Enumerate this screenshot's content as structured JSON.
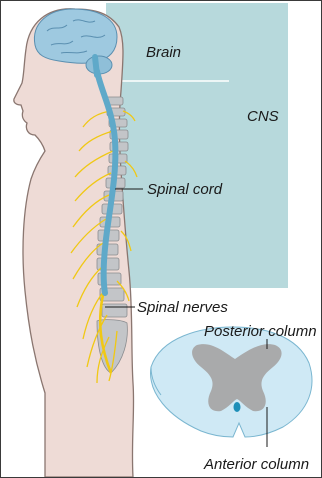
{
  "labels": {
    "brain": "Brain",
    "cns": "CNS",
    "spinal_cord": "Spinal cord",
    "spinal_nerves": "Spinal nerves",
    "posterior_column": "Posterior column",
    "anterior_column": "Anterior column"
  },
  "colors": {
    "cns_panel": "#b7d9dc",
    "body_skin": "#eedbd6",
    "body_outline": "#8a7670",
    "brain": "#9ec9e0",
    "spinal_cord": "#5fa9c9",
    "vertebrae": "#c3c5c8",
    "nerves": "#f0c814",
    "cord_white_matter": "#cfe9f5",
    "cord_grey_matter": "#a9aaab",
    "central_canal": "#1e8fb8"
  }
}
